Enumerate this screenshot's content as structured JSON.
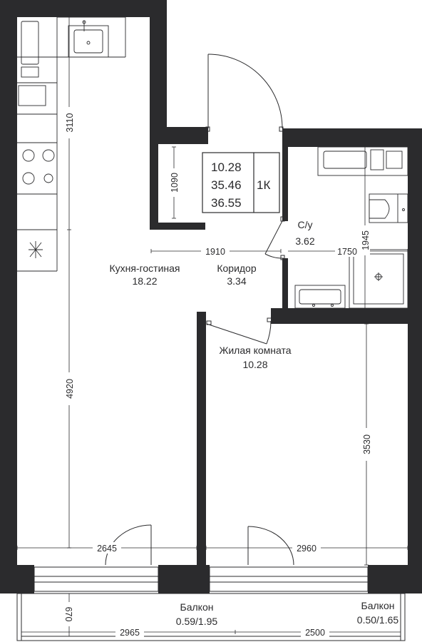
{
  "legend": {
    "area_living": "10.28",
    "area_total": "35.46",
    "area_with_balcony": "36.55",
    "type": "1К"
  },
  "rooms": {
    "kitchen_name": "Кухня-гостиная",
    "kitchen_area": "18.22",
    "corridor_name": "Коридор",
    "corridor_area": "3.34",
    "bathroom_name": "С/у",
    "bathroom_area": "3.62",
    "bedroom_name": "Жилая комната",
    "bedroom_area": "10.28",
    "balcony1_name": "Балкон",
    "balcony1_area": "0.59/1.95",
    "balcony2_name": "Балкон",
    "balcony2_area": "0.50/1.65"
  },
  "dimensions": {
    "d3110": "3110",
    "d1090": "1090",
    "d1910": "1910",
    "d1750": "1750",
    "d1945": "1945",
    "d4920": "4920",
    "d3530": "3530",
    "d2645": "2645",
    "d2960": "2960",
    "d670": "670",
    "d2965": "2965",
    "d2500": "2500"
  }
}
